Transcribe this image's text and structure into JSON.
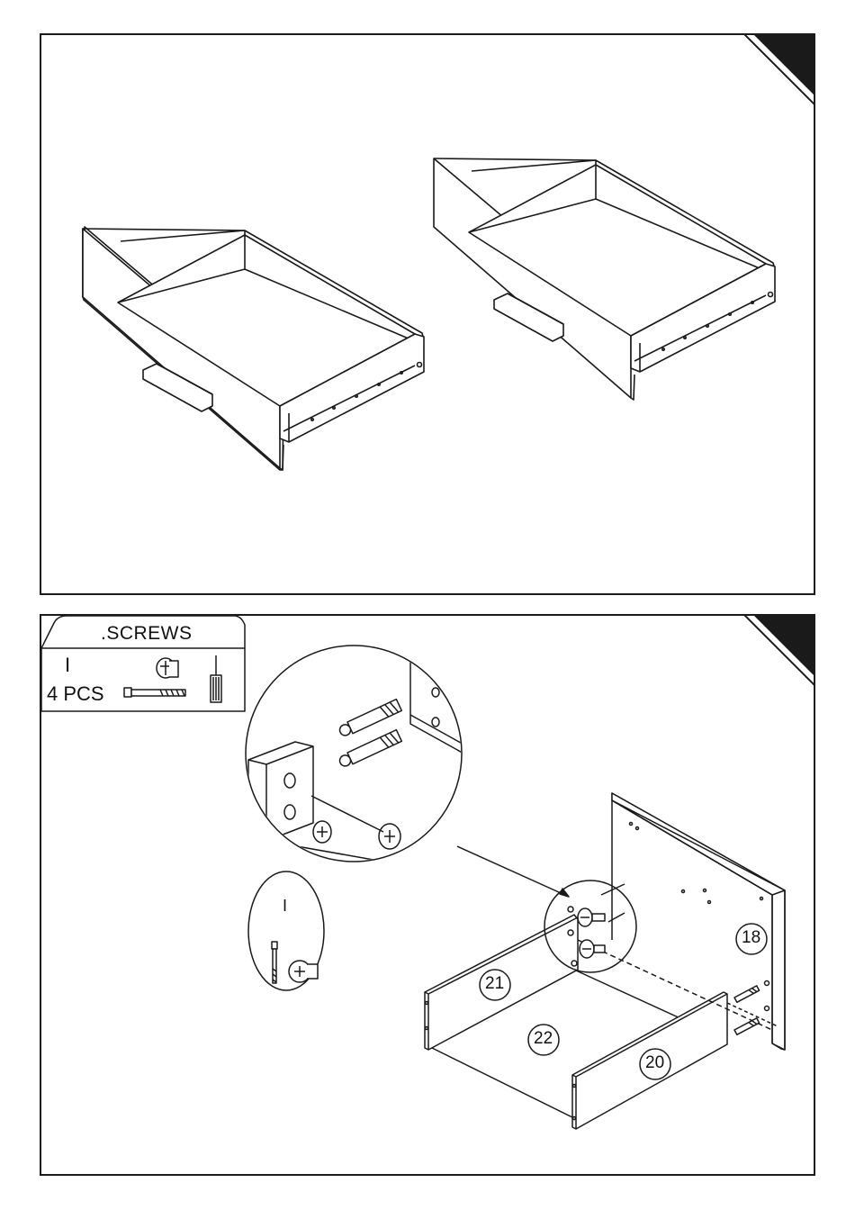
{
  "step_top": {
    "figure": "two-assembled-drawers"
  },
  "step_bottom": {
    "screws": {
      "title": ".SCREWS",
      "code": "I",
      "quantity": "4 PCS"
    },
    "detail_code": "I",
    "parts": [
      "21",
      "22",
      "20",
      "18"
    ]
  }
}
